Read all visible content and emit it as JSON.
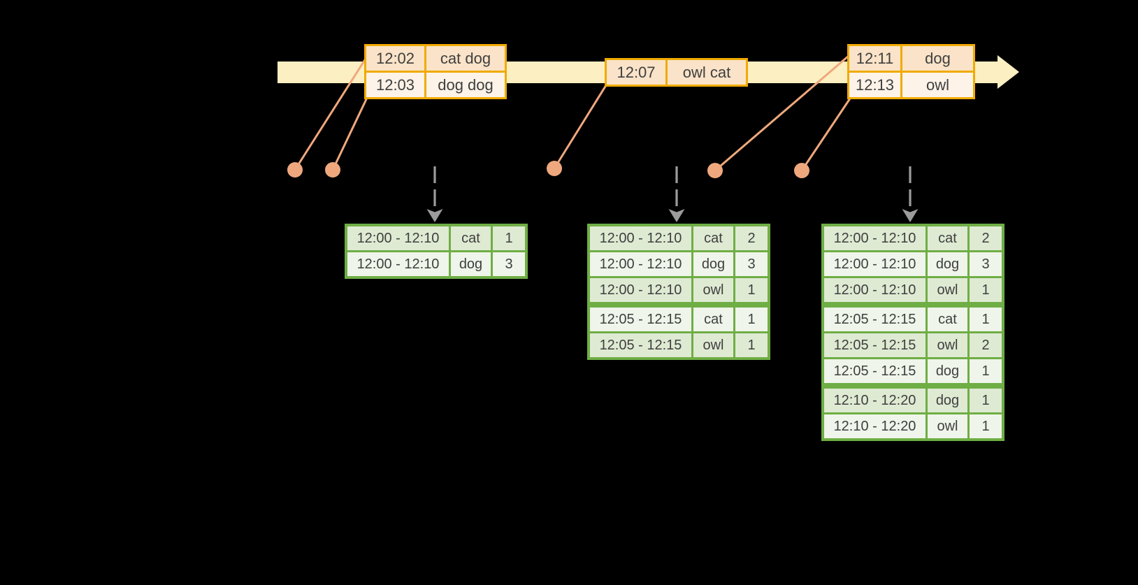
{
  "colors": {
    "background": "#000000",
    "timeline_bar": "#fcefc2",
    "event_table_border": "#f0ab00",
    "event_row_dark": "#fae3c8",
    "event_row_light": "#fdf3e8",
    "connector": "#efa87d",
    "trigger_arrow": "#9c9c9c",
    "result_table_border": "#6fae45",
    "result_row_dark": "#dfead3",
    "result_row_light": "#eff5ea",
    "text": "#3f3f3f"
  },
  "event_tables": [
    {
      "id": "events-1",
      "rows": [
        [
          "12:02",
          "cat dog"
        ],
        [
          "12:03",
          "dog dog"
        ]
      ]
    },
    {
      "id": "events-2",
      "rows": [
        [
          "12:07",
          "owl cat"
        ]
      ]
    },
    {
      "id": "events-3",
      "rows": [
        [
          "12:11",
          "dog"
        ],
        [
          "12:13",
          "owl"
        ]
      ]
    }
  ],
  "result_tables": [
    {
      "id": "result-1",
      "groups": [
        [
          [
            "12:00 - 12:10",
            "cat",
            "1"
          ],
          [
            "12:00 - 12:10",
            "dog",
            "3"
          ]
        ]
      ]
    },
    {
      "id": "result-2",
      "groups": [
        [
          [
            "12:00 - 12:10",
            "cat",
            "2"
          ],
          [
            "12:00 - 12:10",
            "dog",
            "3"
          ],
          [
            "12:00 - 12:10",
            "owl",
            "1"
          ]
        ],
        [
          [
            "12:05 - 12:15",
            "cat",
            "1"
          ],
          [
            "12:05 - 12:15",
            "owl",
            "1"
          ]
        ]
      ]
    },
    {
      "id": "result-3",
      "groups": [
        [
          [
            "12:00 - 12:10",
            "cat",
            "2"
          ],
          [
            "12:00 - 12:10",
            "dog",
            "3"
          ],
          [
            "12:00 - 12:10",
            "owl",
            "1"
          ]
        ],
        [
          [
            "12:05 - 12:15",
            "cat",
            "1"
          ],
          [
            "12:05 - 12:15",
            "owl",
            "2"
          ],
          [
            "12:05 - 12:15",
            "dog",
            "1"
          ]
        ],
        [
          [
            "12:10 - 12:20",
            "dog",
            "1"
          ],
          [
            "12:10 - 12:20",
            "owl",
            "1"
          ]
        ]
      ]
    }
  ]
}
